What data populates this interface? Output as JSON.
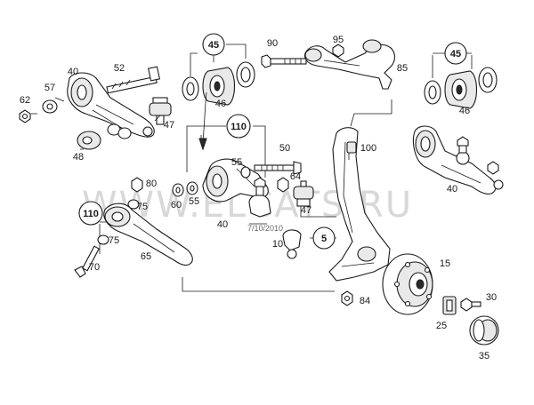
{
  "watermark": "WWW.ELCATS.RU",
  "stamp": "7/10/2010",
  "callouts": {
    "c5": "5",
    "c10": "10",
    "c15": "15",
    "c25": "25",
    "c30": "30",
    "c35": "35",
    "c40a": "40",
    "c40b": "40",
    "c40c": "40",
    "c45a": "45",
    "c45b": "45",
    "c46a": "46",
    "c46b": "46",
    "c47a": "47",
    "c47b": "47",
    "c48": "48",
    "c50": "50",
    "c52": "52",
    "c55a": "55",
    "c55b": "55",
    "c57": "57",
    "c60": "60",
    "c62": "62",
    "c64": "64",
    "c65": "65",
    "c70": "70",
    "c75a": "75",
    "c75b": "75",
    "c80": "80",
    "c84": "84",
    "c85": "85",
    "c90": "90",
    "c95": "95",
    "c100": "100",
    "c110a": "110",
    "c110b": "110"
  }
}
